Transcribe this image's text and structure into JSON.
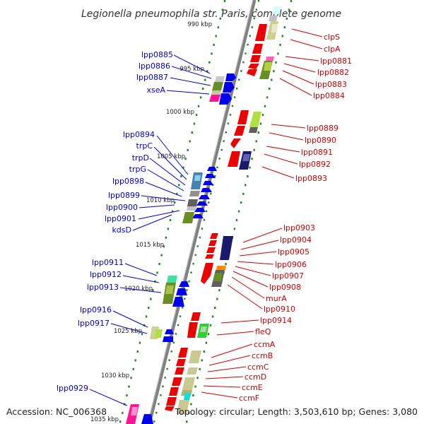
{
  "title": "Legionella pneumophila str. Paris, complete genome",
  "footer": {
    "accession": "Accession: NC_006368",
    "topology": "Topology: circular; Length: 3,503,610 bp; Genes: 3,080"
  },
  "kbp_ticks": [
    {
      "label": "990 kbp"
    },
    {
      "label": "995 kbp"
    },
    {
      "label": "1000 kbp"
    },
    {
      "label": "1005 kbp"
    },
    {
      "label": "1010 kbp"
    },
    {
      "label": "1015 kbp"
    },
    {
      "label": "1020 kbp"
    },
    {
      "label": "1025 kbp"
    },
    {
      "label": "1030 kbp"
    },
    {
      "label": "1035 kbp"
    }
  ],
  "left_labels": [
    "lpp0885",
    "lpp0886",
    "lpp0887",
    "xseA",
    "lpp0894",
    "trpC",
    "trpD",
    "trpG",
    "lpp0898",
    "lpp0899",
    "lpp0900",
    "lpp0901",
    "kdsD",
    "lpp0911",
    "lpp0912",
    "lpp0913",
    "lpp0916",
    "lpp0917",
    "lpp0929"
  ],
  "right_labels": [
    "clpS",
    "clpA",
    "lpp0881",
    "lpp0882",
    "lpp0883",
    "lpp0884",
    "lpp0889",
    "lpp0890",
    "lpp0891",
    "lpp0892",
    "lpp0893",
    "lpp0903",
    "lpp0904",
    "lpp0905",
    "lpp0906",
    "lpp0907",
    "lpp0908",
    "murA",
    "lpp0910",
    "lpp0914",
    "fleQ",
    "ccmA",
    "ccmB",
    "ccmC",
    "ccmD",
    "ccmE",
    "ccmF"
  ],
  "colors": {
    "backbone": "#808080",
    "forward_gene": "#0000ee",
    "reverse_gene": "#ee0000",
    "tick_dots": "#1a8a1a",
    "label_left": "#0000cc",
    "label_right": "#cc0000"
  }
}
